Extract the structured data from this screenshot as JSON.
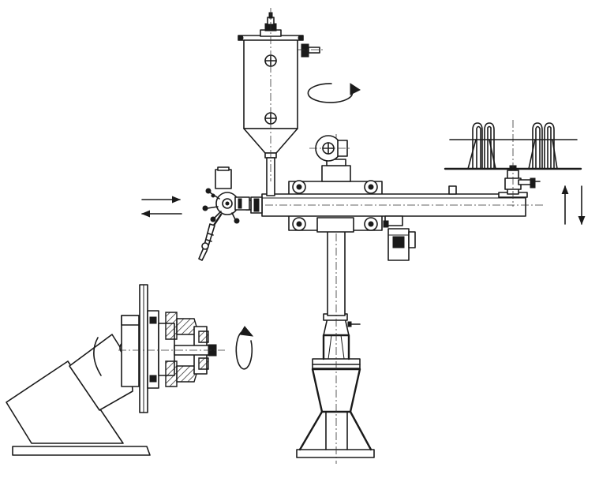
{
  "colors": {
    "line": "#1a1a1a",
    "background": "#ffffff",
    "shade": "#9a9a9a"
  },
  "diagram": {
    "arrows": [
      {
        "id": "arm-extend",
        "direction": "right"
      },
      {
        "id": "arm-retract",
        "direction": "left"
      },
      {
        "id": "workpiece-lift-up",
        "direction": "up"
      },
      {
        "id": "workpiece-lift-down",
        "direction": "down"
      }
    ],
    "rotations": [
      {
        "id": "column-rotation",
        "sense": "clockwise"
      },
      {
        "id": "positioner-rotation",
        "sense": "clockwise"
      }
    ]
  }
}
